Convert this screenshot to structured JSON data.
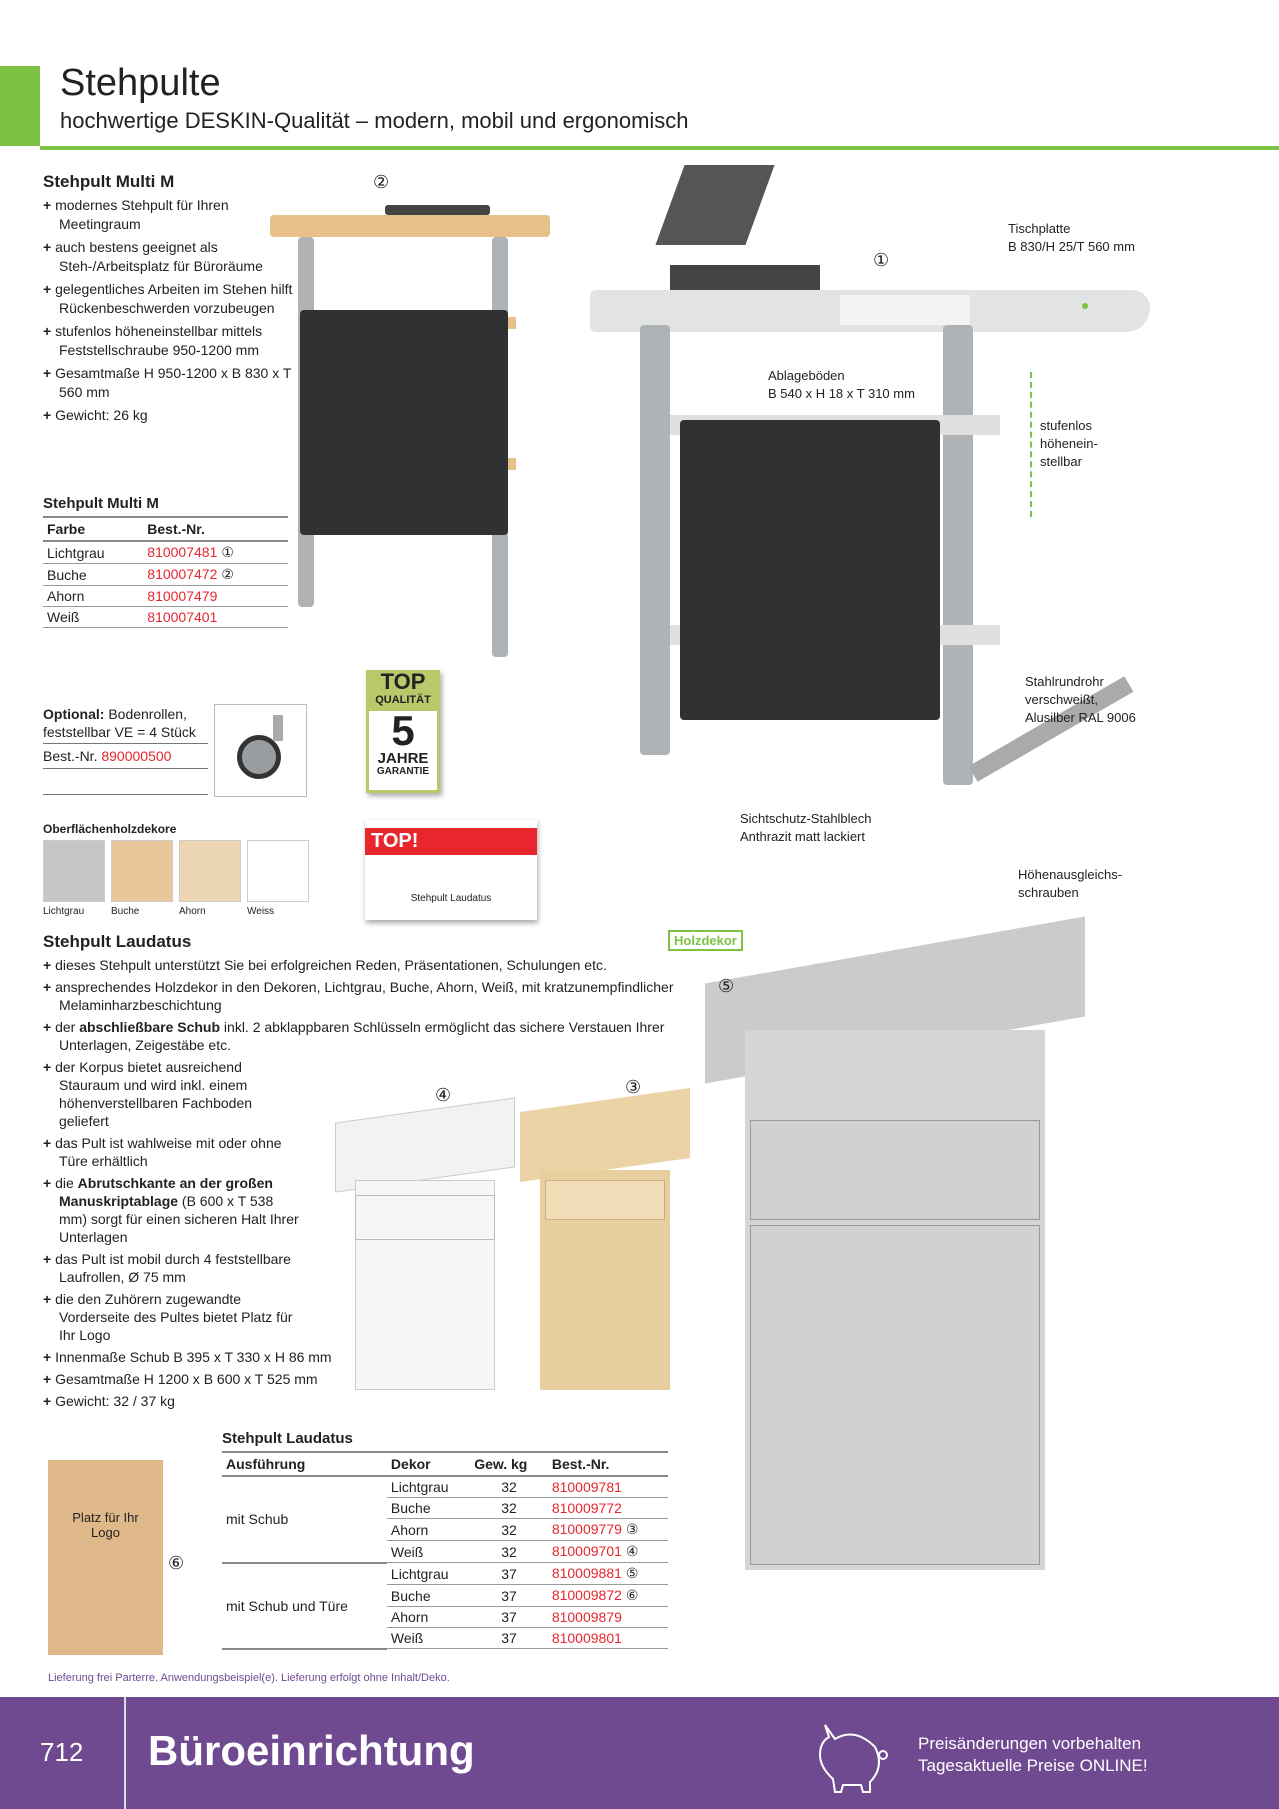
{
  "header": {
    "title": "Stehpulte",
    "subtitle": "hochwertige DESKIN-Qualität – modern, mobil und ergonomisch"
  },
  "multi": {
    "title": "Stehpult Multi M",
    "bullets": [
      "modernes Stehpult für Ihren Meetingraum",
      "auch bestens geeignet als Steh-/Arbeitsplatz für Büroräume",
      "gelegentliches Arbeiten im Stehen hilft Rückenbeschwerden vorzubeugen",
      "stufenlos höheneinstellbar mittels Feststellschraube 950-1200 mm",
      "Gesamtmaße H 950-1200 x B 830 x T 560 mm",
      "Gewicht: 26 kg"
    ],
    "table": {
      "title": "Stehpult Multi M",
      "headers": [
        "Farbe",
        "Best.-Nr."
      ],
      "rows": [
        [
          "Lichtgrau",
          "810007481",
          "①"
        ],
        [
          "Buche",
          "810007472",
          "②"
        ],
        [
          "Ahorn",
          "810007479",
          ""
        ],
        [
          "Weiß",
          "810007401",
          ""
        ]
      ]
    },
    "optional": {
      "label": "Optional:",
      "text": "Bodenrollen, feststellbar VE = 4 Stück",
      "best_label": "Best.-Nr.",
      "best_nr": "890000500"
    },
    "decor": {
      "title": "Oberflächenholzdekore",
      "items": [
        {
          "name": "Lichtgrau",
          "color": "#c4c6c8"
        },
        {
          "name": "Buche",
          "color": "#e8c89a"
        },
        {
          "name": "Ahorn",
          "color": "#ecd6b2"
        },
        {
          "name": "Weiss",
          "color": "#ffffff"
        }
      ]
    },
    "callouts": {
      "c1": "①",
      "c2": "②",
      "tischplatte": "Tischplatte\nB 830/H 25/T 560 mm",
      "ablage": "Ablageböden\nB 540 x H 18 x T 310 mm",
      "stufenlos": "stufenlos\nhöhenein-\nstellbar",
      "stahl": "Stahlrundrohr\nverschweißt,\nAlusilber RAL 9006",
      "sicht": "Sichtschutz-Stahlblech\nAnthrazit matt lackiert",
      "hoehen": "Höhenausgleichs-\nschrauben"
    }
  },
  "badges": {
    "top": "TOP",
    "qualitaet": "QUALITÄT",
    "five": "5",
    "jahre": "JAHRE",
    "garantie": "GARANTIE",
    "top2": "TOP!",
    "top2_caption": "Stehpult Laudatus",
    "holzdekor": "Holzdekor"
  },
  "laudatus": {
    "title": "Stehpult Laudatus",
    "bullets": [
      {
        "pre": "dieses Stehpult unterstützt Sie bei erfolgreichen Reden, Präsentationen, Schulungen etc.",
        "bold": "",
        "post": ""
      },
      {
        "pre": "ansprechendes Holzdekor in den Dekoren, Lichtgrau, Buche, Ahorn, Weiß, mit kratzunempfindlicher Melaminharzbeschichtung",
        "bold": "",
        "post": ""
      },
      {
        "pre": "der ",
        "bold": "abschließbare Schub",
        "post": " inkl. 2 abklappbaren Schlüsseln ermöglicht das sichere Verstauen Ihrer Unterlagen, Zeigestäbe etc."
      },
      {
        "pre": "der Korpus bietet ausreichend Stauraum und wird inkl. einem höhenverstellbaren Fachboden geliefert",
        "bold": "",
        "post": ""
      },
      {
        "pre": "das Pult ist wahlweise mit oder ohne Türe erhältlich",
        "bold": "",
        "post": ""
      },
      {
        "pre": "die ",
        "bold": "Abrutschkante an der großen Manuskriptablage",
        "post": " (B 600 x T 538 mm) sorgt für einen sicheren Halt Ihrer Unterlagen"
      },
      {
        "pre": "das Pult ist mobil durch 4 feststellbare Laufrollen, Ø 75 mm",
        "bold": "",
        "post": ""
      },
      {
        "pre": "die den Zuhörern zugewandte Vorderseite des Pultes bietet Platz für Ihr Logo",
        "bold": "",
        "post": ""
      },
      {
        "pre": "Innenmaße Schub B 395 x T 330 x H 86 mm",
        "bold": "",
        "post": ""
      },
      {
        "pre": "Gesamtmaße H 1200 x B 600 x T 525 mm",
        "bold": "",
        "post": ""
      },
      {
        "pre": "Gewicht: 32 / 37 kg",
        "bold": "",
        "post": ""
      }
    ],
    "c3": "③",
    "c4": "④",
    "c5": "⑤",
    "c6": "⑥",
    "logo_text": "Platz für Ihr Logo",
    "table": {
      "title": "Stehpult Laudatus",
      "headers": [
        "Ausführung",
        "Dekor",
        "Gew. kg",
        "Best.-Nr."
      ],
      "groups": [
        {
          "name": "mit Schub",
          "rows": [
            [
              "Lichtgrau",
              "32",
              "810009781",
              ""
            ],
            [
              "Buche",
              "32",
              "810009772",
              ""
            ],
            [
              "Ahorn",
              "32",
              "810009779",
              "③"
            ],
            [
              "Weiß",
              "32",
              "810009701",
              "④"
            ]
          ]
        },
        {
          "name": "mit Schub und Türe",
          "rows": [
            [
              "Lichtgrau",
              "37",
              "810009881",
              "⑤"
            ],
            [
              "Buche",
              "37",
              "810009872",
              "⑥"
            ],
            [
              "Ahorn",
              "37",
              "810009879",
              ""
            ],
            [
              "Weiß",
              "37",
              "810009801",
              ""
            ]
          ]
        }
      ]
    }
  },
  "note": "Lieferung frei Parterre. Anwendungsbeispiel(e). Lieferung erfolgt ohne Inhalt/Deko.",
  "footer": {
    "page": "712",
    "category": "Büroeinrichtung",
    "line1": "Preisänderungen vorbehalten",
    "line2": "Tagesaktuelle Preise ONLINE!"
  }
}
